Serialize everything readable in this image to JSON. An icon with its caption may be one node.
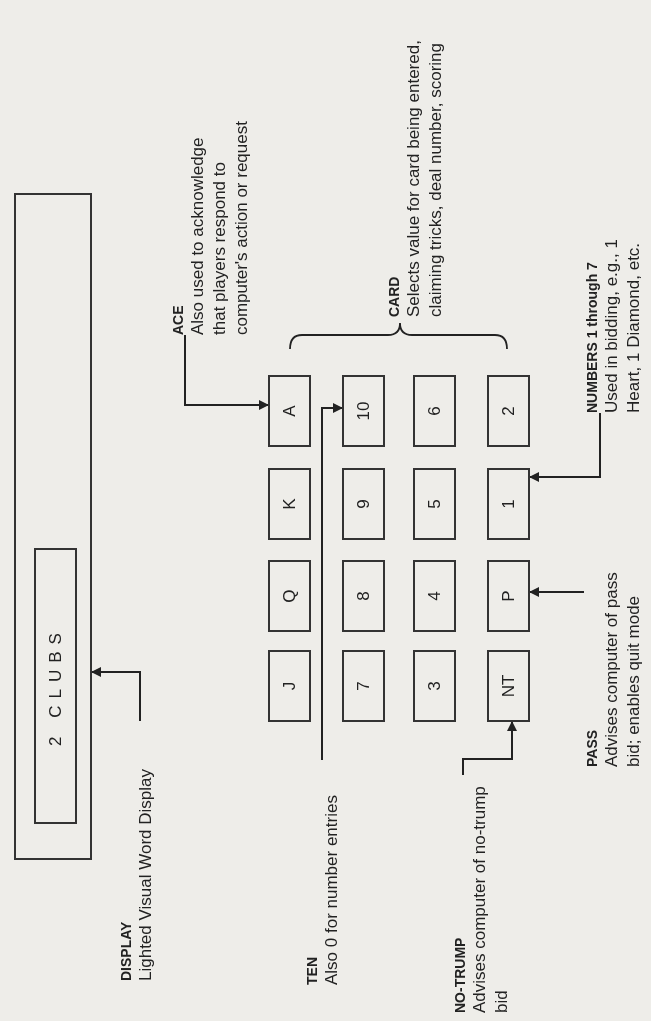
{
  "diagram": {
    "nodes": [
      {
        "text": [],
        "shape": "box"
      },
      {
        "text": [
          "2 CLUBS"
        ],
        "in": 0
      },
      {
        "text": [
          "DISPLAY",
          "Lighted Visual Word Display"
        ]
      },
      {
        "text": [
          "ACE",
          "Also used to acknowledge that players respond to computer's action or request"
        ]
      },
      {
        "text": [
          "J"
        ]
      },
      {
        "text": [
          "Q"
        ]
      },
      {
        "text": [
          "K"
        ]
      },
      {
        "text": [
          "A"
        ]
      },
      {
        "text": [
          "7"
        ]
      },
      {
        "text": [
          "8"
        ]
      },
      {
        "text": [
          "9"
        ]
      },
      {
        "text": [
          "10"
        ]
      },
      {
        "text": [
          "3"
        ]
      },
      {
        "text": [
          "4"
        ]
      },
      {
        "text": [
          "5"
        ]
      },
      {
        "text": [
          "6"
        ]
      },
      {
        "text": [
          "NT"
        ]
      },
      {
        "text": [
          "P"
        ]
      },
      {
        "text": [
          "1"
        ]
      },
      {
        "text": [
          "2"
        ]
      },
      {
        "text": [
          "TEN",
          "Also 0 for number entries"
        ]
      },
      {
        "text": [
          "NO-TRUMP",
          "Advises computer of no-trump bid"
        ]
      },
      {
        "text": [
          "PASS",
          "Advises computer of pass bid; enables quit mode"
        ]
      },
      {
        "text": [
          "NUMBERS 1 through 7",
          "Used in bidding, e.g., 1 Heart, 1 Diamond, etc."
        ]
      }
    ],
    "edges": [
      {
        "from": 2,
        "to": 0,
        "arrow": "to"
      },
      {
        "from": 3,
        "to": 7,
        "arrow": "to"
      },
      {
        "from": 20,
        "to": 11,
        "arrow": "to"
      },
      {
        "from": 21,
        "to": 16,
        "arrow": "to"
      },
      {
        "from": 22,
        "to": 17,
        "arrow": "to"
      },
      {
        "from": 23,
        "to": 18,
        "arrow": "to"
      }
    ],
    "labels": [
      "CARD",
      "Selects value for card being entered, claiming tricks, deal number, scoring"
    ]
  }
}
